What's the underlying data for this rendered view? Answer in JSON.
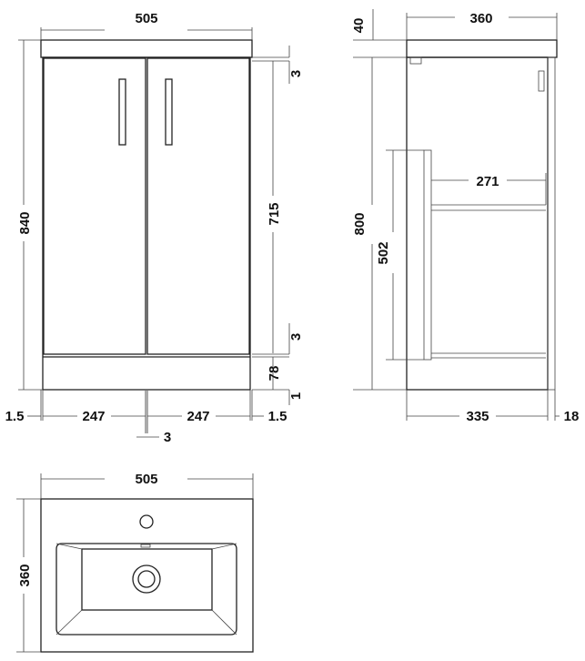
{
  "front_view": {
    "width_total": "505",
    "height_total": "840",
    "door_height": "715",
    "top_gap": "3",
    "bottom_gap": "3",
    "plinth_height": "78",
    "floor_gap": "1",
    "left_margin": "1.5",
    "door_width_left": "247",
    "door_width_right": "247",
    "right_margin": "1.5",
    "door_gap": "3"
  },
  "side_view": {
    "top_thickness": "40",
    "top_depth": "360",
    "body_height": "800",
    "shelf_depth": "271",
    "inner_height": "502",
    "body_depth": "335",
    "door_thickness": "18"
  },
  "plan_view": {
    "width": "505",
    "depth": "360"
  }
}
